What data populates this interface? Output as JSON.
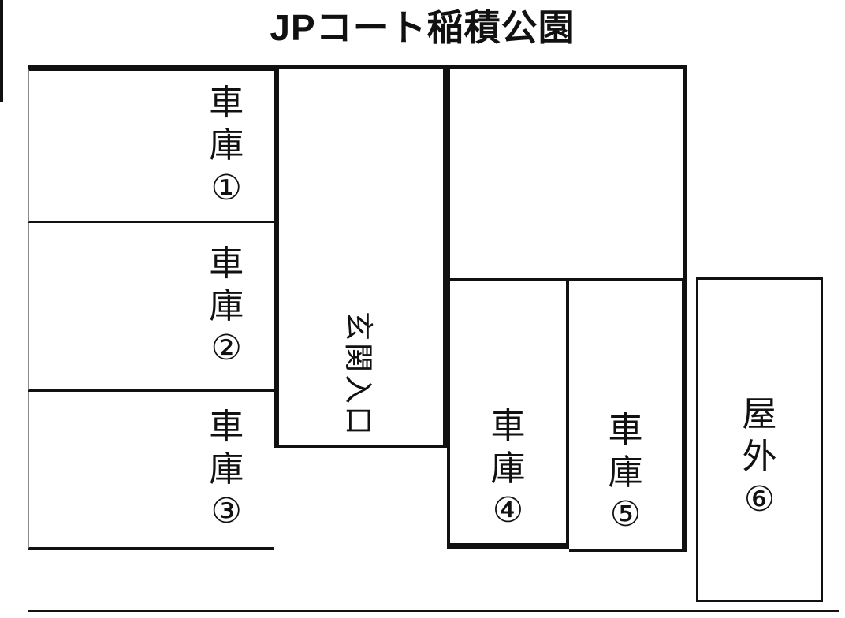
{
  "title": "JPコート稲積公園",
  "map": {
    "garage1": {
      "label": "車庫①"
    },
    "garage2": {
      "label": "車庫②"
    },
    "garage3": {
      "label": "車庫③"
    },
    "entrance": {
      "label": "玄関入口"
    },
    "building": {
      "label": ""
    },
    "garage4": {
      "label": "車庫④"
    },
    "garage5": {
      "label": "車庫⑤"
    },
    "outdoor6": {
      "label": "屋外⑥"
    }
  },
  "colors": {
    "line": "#111111",
    "left_edge_line": "#8a8a8a",
    "background": "#ffffff"
  }
}
